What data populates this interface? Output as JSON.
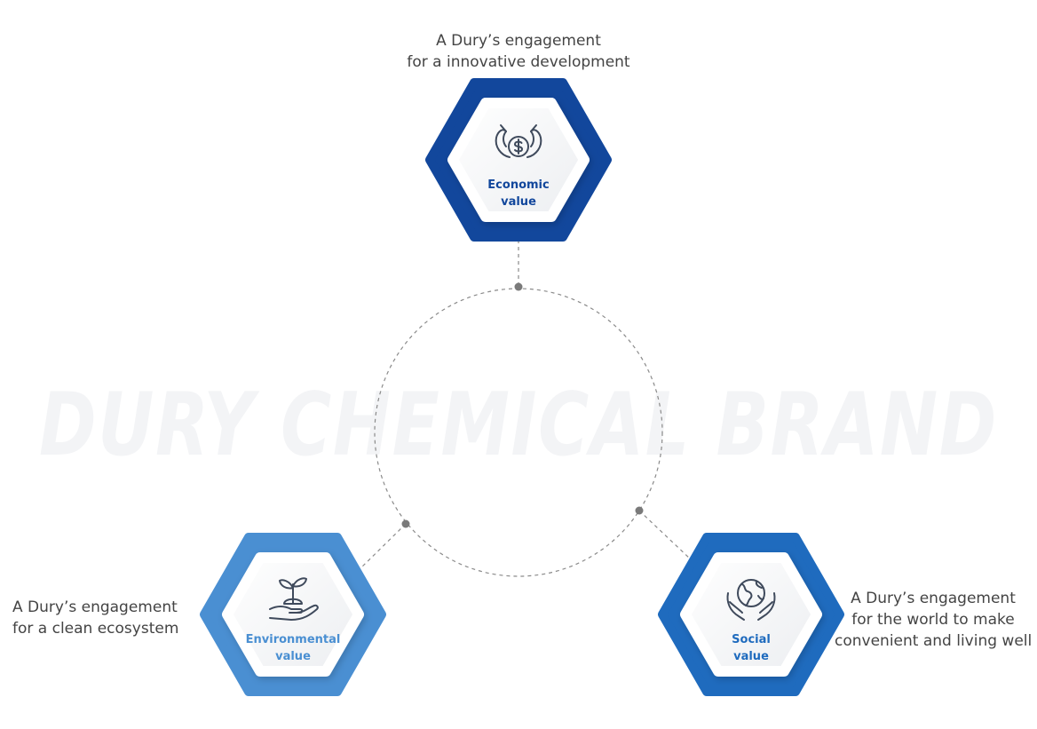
{
  "watermark": "DURY CHEMICAL BRAND",
  "colors": {
    "economic": "#12479c",
    "environmental": "#4a8fd2",
    "social": "#1f6bbe",
    "dashed_line": "#8a8a8a",
    "dot": "#7a7a7a",
    "icon": "#3f4a5c",
    "watermark": "#f3f4f6"
  },
  "nodes": [
    {
      "id": "economic",
      "label_line1": "Economic",
      "label_line2": "value",
      "icon": "money-hands-icon",
      "caption_line1": "A Dury’s engagement",
      "caption_line2": "for a innovative development"
    },
    {
      "id": "environmental",
      "label_line1": "Environmental",
      "label_line2": "value",
      "icon": "sprout-hand-icon",
      "caption_line1": "A Dury’s engagement",
      "caption_line2": "for a clean ecosystem"
    },
    {
      "id": "social",
      "label_line1": "Social",
      "label_line2": "value",
      "icon": "globe-hands-icon",
      "caption_line1": "A Dury’s engagement",
      "caption_line2": "for the world to make",
      "caption_line3": "convenient and living well"
    }
  ]
}
